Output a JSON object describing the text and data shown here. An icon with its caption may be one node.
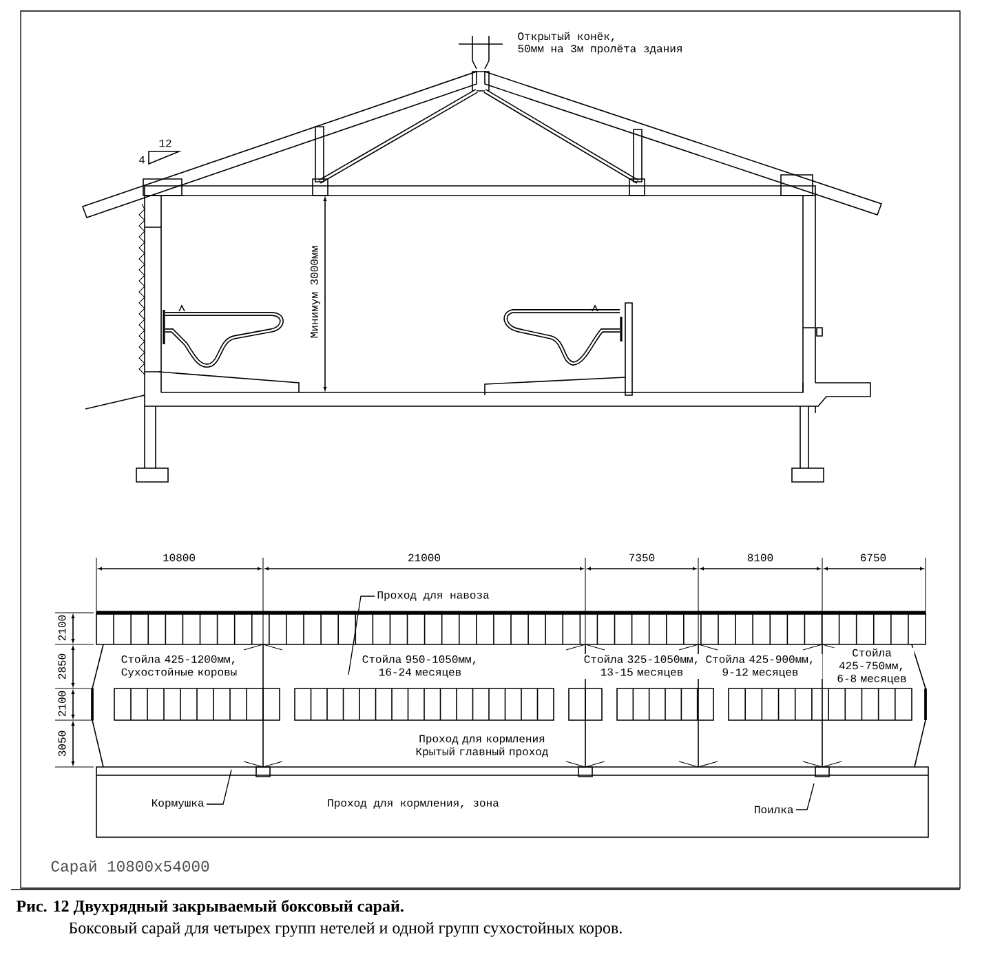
{
  "diagram": {
    "title": "Рис. 12 Двухрядный закрываемый боксовый сарай.",
    "caption": "Боксовый сарай для четырех групп нетелей и одной групп сухостойных коров.",
    "nodes": [
      {
        "text": [
          "Проход для навоза"
        ]
      },
      {
        "text": [
          "Кормушка"
        ]
      },
      {
        "text": [
          "Поилка"
        ]
      }
    ],
    "edges": [
      {
        "from": 0,
        "to": null,
        "arrow": "none"
      },
      {
        "from": 1,
        "to": null,
        "arrow": "none"
      },
      {
        "from": 2,
        "to": null,
        "arrow": "none"
      }
    ],
    "labels": [
      "Открытый конёк,",
      "50мм на 3м пролёта здания",
      "12",
      "4",
      "Минимум 3000мм",
      "10800",
      "21000",
      "7350",
      "8100",
      "6750",
      "2100",
      "2850",
      "2100",
      "3050",
      "Стойла 425-1200мм, Сухостойные коровы",
      "Стойла 950-1050мм, 16-24 месяцев",
      "Стойла 325-1050мм, 13-15 месяцев",
      "Стойла 425-900мм, 9-12 месяцев",
      "Стойла 425-750мм, 6-8 месяцев",
      "Проход для кормления Крытый главный проход",
      "Проход для кормления, зона",
      "Сарай 10800х54000"
    ]
  }
}
